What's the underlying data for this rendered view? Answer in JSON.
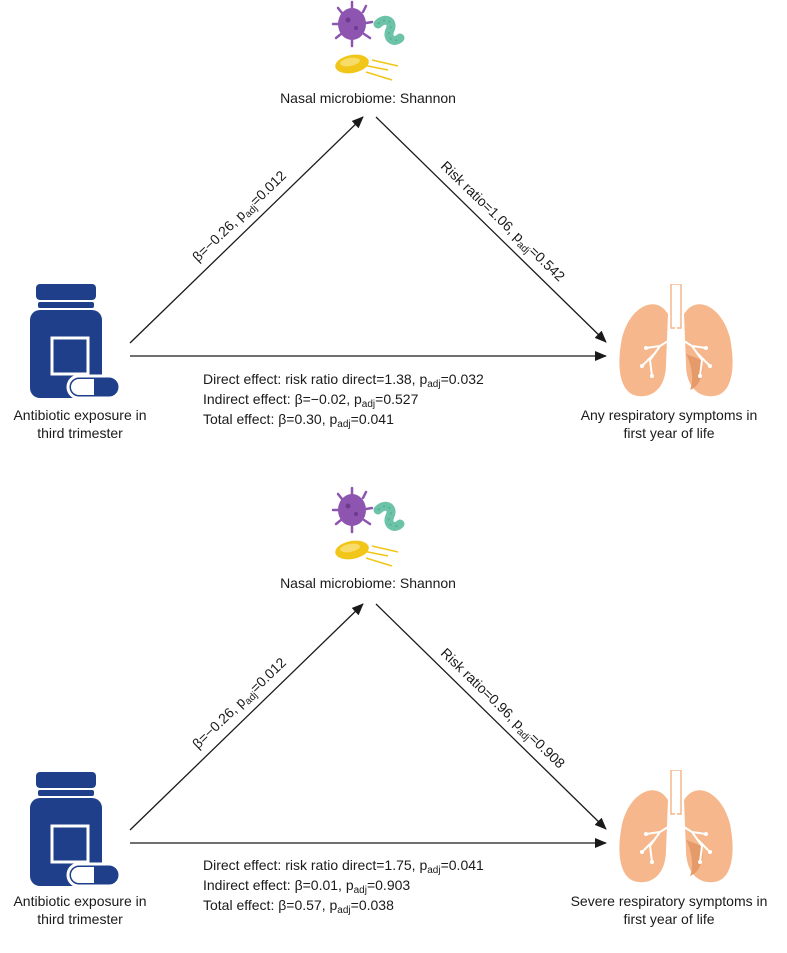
{
  "panels": [
    {
      "mediator_label": "Nasal microbiome: Shannon",
      "exposure_label_line1": "Antibiotic exposure in",
      "exposure_label_line2": "third trimester",
      "outcome_label_line1": "Any respiratory symptoms in",
      "outcome_label_line2": "first year of life",
      "path_a": {
        "prefix": "β=−0.26, p",
        "sub": "adj",
        "suffix": "=0.012"
      },
      "path_b": {
        "prefix": "Risk ratio=1.06, p",
        "sub": "adj",
        "suffix": "=0.542"
      },
      "direct": {
        "prefix": "Direct effect: risk ratio direct=1.38, p",
        "sub": "adj",
        "suffix": "=0.032"
      },
      "indirect": {
        "prefix": "Indirect effect: β=−0.02, p",
        "sub": "adj",
        "suffix": "=0.527"
      },
      "total": {
        "prefix": "Total effect: β=0.30, p",
        "sub": "adj",
        "suffix": "=0.041"
      }
    },
    {
      "mediator_label": "Nasal microbiome: Shannon",
      "exposure_label_line1": "Antibiotic exposure in",
      "exposure_label_line2": "third trimester",
      "outcome_label_line1": "Severe respiratory symptoms in",
      "outcome_label_line2": "first year of life",
      "path_a": {
        "prefix": "β=−0.26, p",
        "sub": "adj",
        "suffix": "=0.012"
      },
      "path_b": {
        "prefix": "Risk ratio=0.96, p",
        "sub": "adj",
        "suffix": "=0.908"
      },
      "direct": {
        "prefix": "Direct effect: risk ratio direct=1.75, p",
        "sub": "adj",
        "suffix": "=0.041"
      },
      "indirect": {
        "prefix": "Indirect effect: β=0.01, p",
        "sub": "adj",
        "suffix": "=0.903"
      },
      "total": {
        "prefix": "Total effect: β=0.57, p",
        "sub": "adj",
        "suffix": "=0.038"
      }
    }
  ],
  "icons": {
    "exposure": "medicine-bottle-icon",
    "mediator": "microbes-icon",
    "outcome": "lungs-icon"
  },
  "colors": {
    "bottle": "#1f3f8a",
    "microbe_purple": "#8e55b0",
    "microbe_green": "#6cc3a8",
    "microbe_yellow": "#f2c619",
    "lungs": "#f5b78b",
    "lungs_dark": "#e59a69",
    "arrow": "#1a1a1a"
  }
}
